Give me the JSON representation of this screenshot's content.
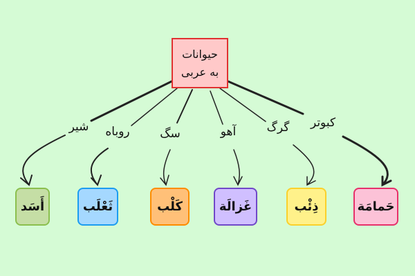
{
  "root": {
    "line1": "حیوانات",
    "line2": "به عربی"
  },
  "branches": [
    {
      "persian": "شیر",
      "arabic": "أَسَد",
      "fill": "#c5dea5",
      "stroke": "#8bbf4e"
    },
    {
      "persian": "روباه",
      "arabic": "ثَعْلَب",
      "fill": "#a5d8ff",
      "stroke": "#1c9cf0"
    },
    {
      "persian": "سگ",
      "arabic": "كَلْب",
      "fill": "#ffc078",
      "stroke": "#fd8c00"
    },
    {
      "persian": "آهو",
      "arabic": "غَزالَة",
      "fill": "#d0bfff",
      "stroke": "#7048c8"
    },
    {
      "persian": "گرگ",
      "arabic": "ذِئْب",
      "fill": "#fff18a",
      "stroke": "#fad02c"
    },
    {
      "persian": "کبوتر",
      "arabic": "حَمامَة",
      "fill": "#fcc2d7",
      "stroke": "#e6306a"
    }
  ]
}
